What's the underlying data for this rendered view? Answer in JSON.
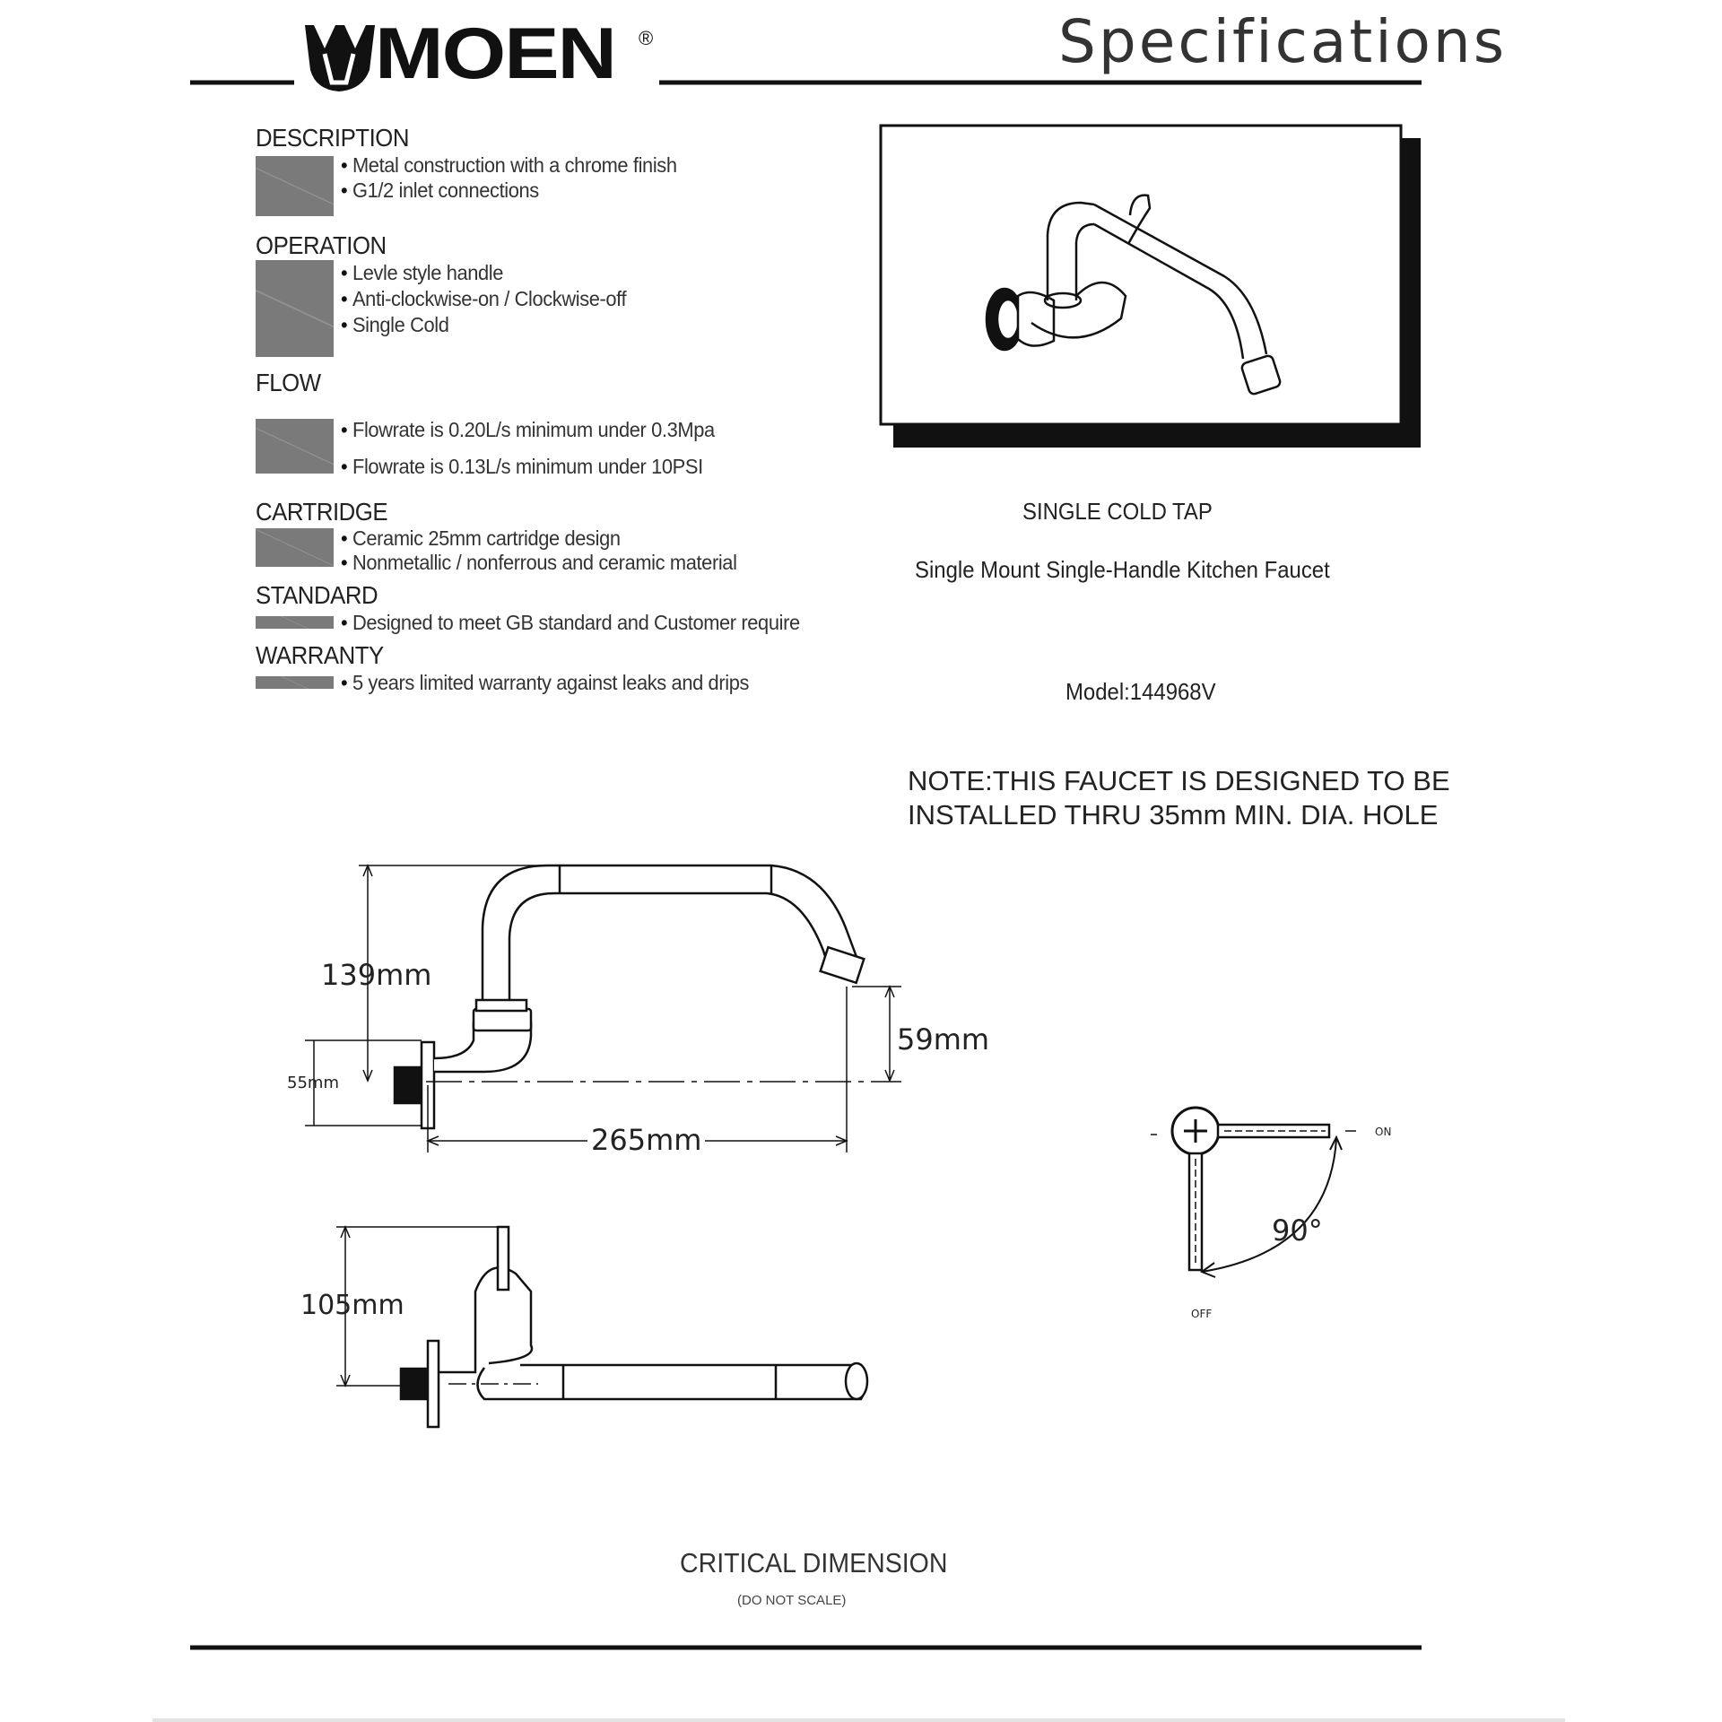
{
  "header": {
    "brand": "MOEN",
    "registered_mark": "®",
    "title": "Specifications"
  },
  "sections": [
    {
      "title": "DESCRIPTION",
      "bullets": [
        "Metal construction with a chrome finish",
        "G1/2 inlet connections"
      ]
    },
    {
      "title": "OPERATION",
      "bullets": [
        "Levle style handle",
        "Anti-clockwise-on / Clockwise-off",
        "Single Cold"
      ]
    },
    {
      "title": "FLOW",
      "bullets": [
        "Flowrate is 0.20L/s minimum under 0.3Mpa",
        "Flowrate is 0.13L/s minimum under 10PSI"
      ]
    },
    {
      "title": "CARTRIDGE",
      "bullets": [
        "Ceramic 25mm  cartridge design",
        "Nonmetallic / nonferrous and ceramic material"
      ]
    },
    {
      "title": "STANDARD",
      "bullets": [
        "Designed to meet GB standard and Customer require"
      ]
    },
    {
      "title": "WARRANTY",
      "bullets": [
        "5 years limited warranty against leaks and drips"
      ]
    }
  ],
  "product": {
    "type": "SINGLE  COLD TAP",
    "name": "Single Mount Single-Handle Kitchen  Faucet",
    "model": "Model:144968V"
  },
  "note": {
    "line1": "NOTE:THIS FAUCET IS DESIGNED TO BE",
    "line2": "INSTALLED THRU 35mm MIN. DIA. HOLE"
  },
  "dimensions": {
    "height_total": "139mm",
    "outlet_height": "59mm",
    "flange": "55mm",
    "reach": "265mm",
    "handle_height": "105mm",
    "rotation": "90°",
    "on_label": "ON",
    "off_label": "OFF"
  },
  "footer": {
    "title": "CRITICAL DIMENSION",
    "subtitle": "(DO NOT SCALE)"
  }
}
